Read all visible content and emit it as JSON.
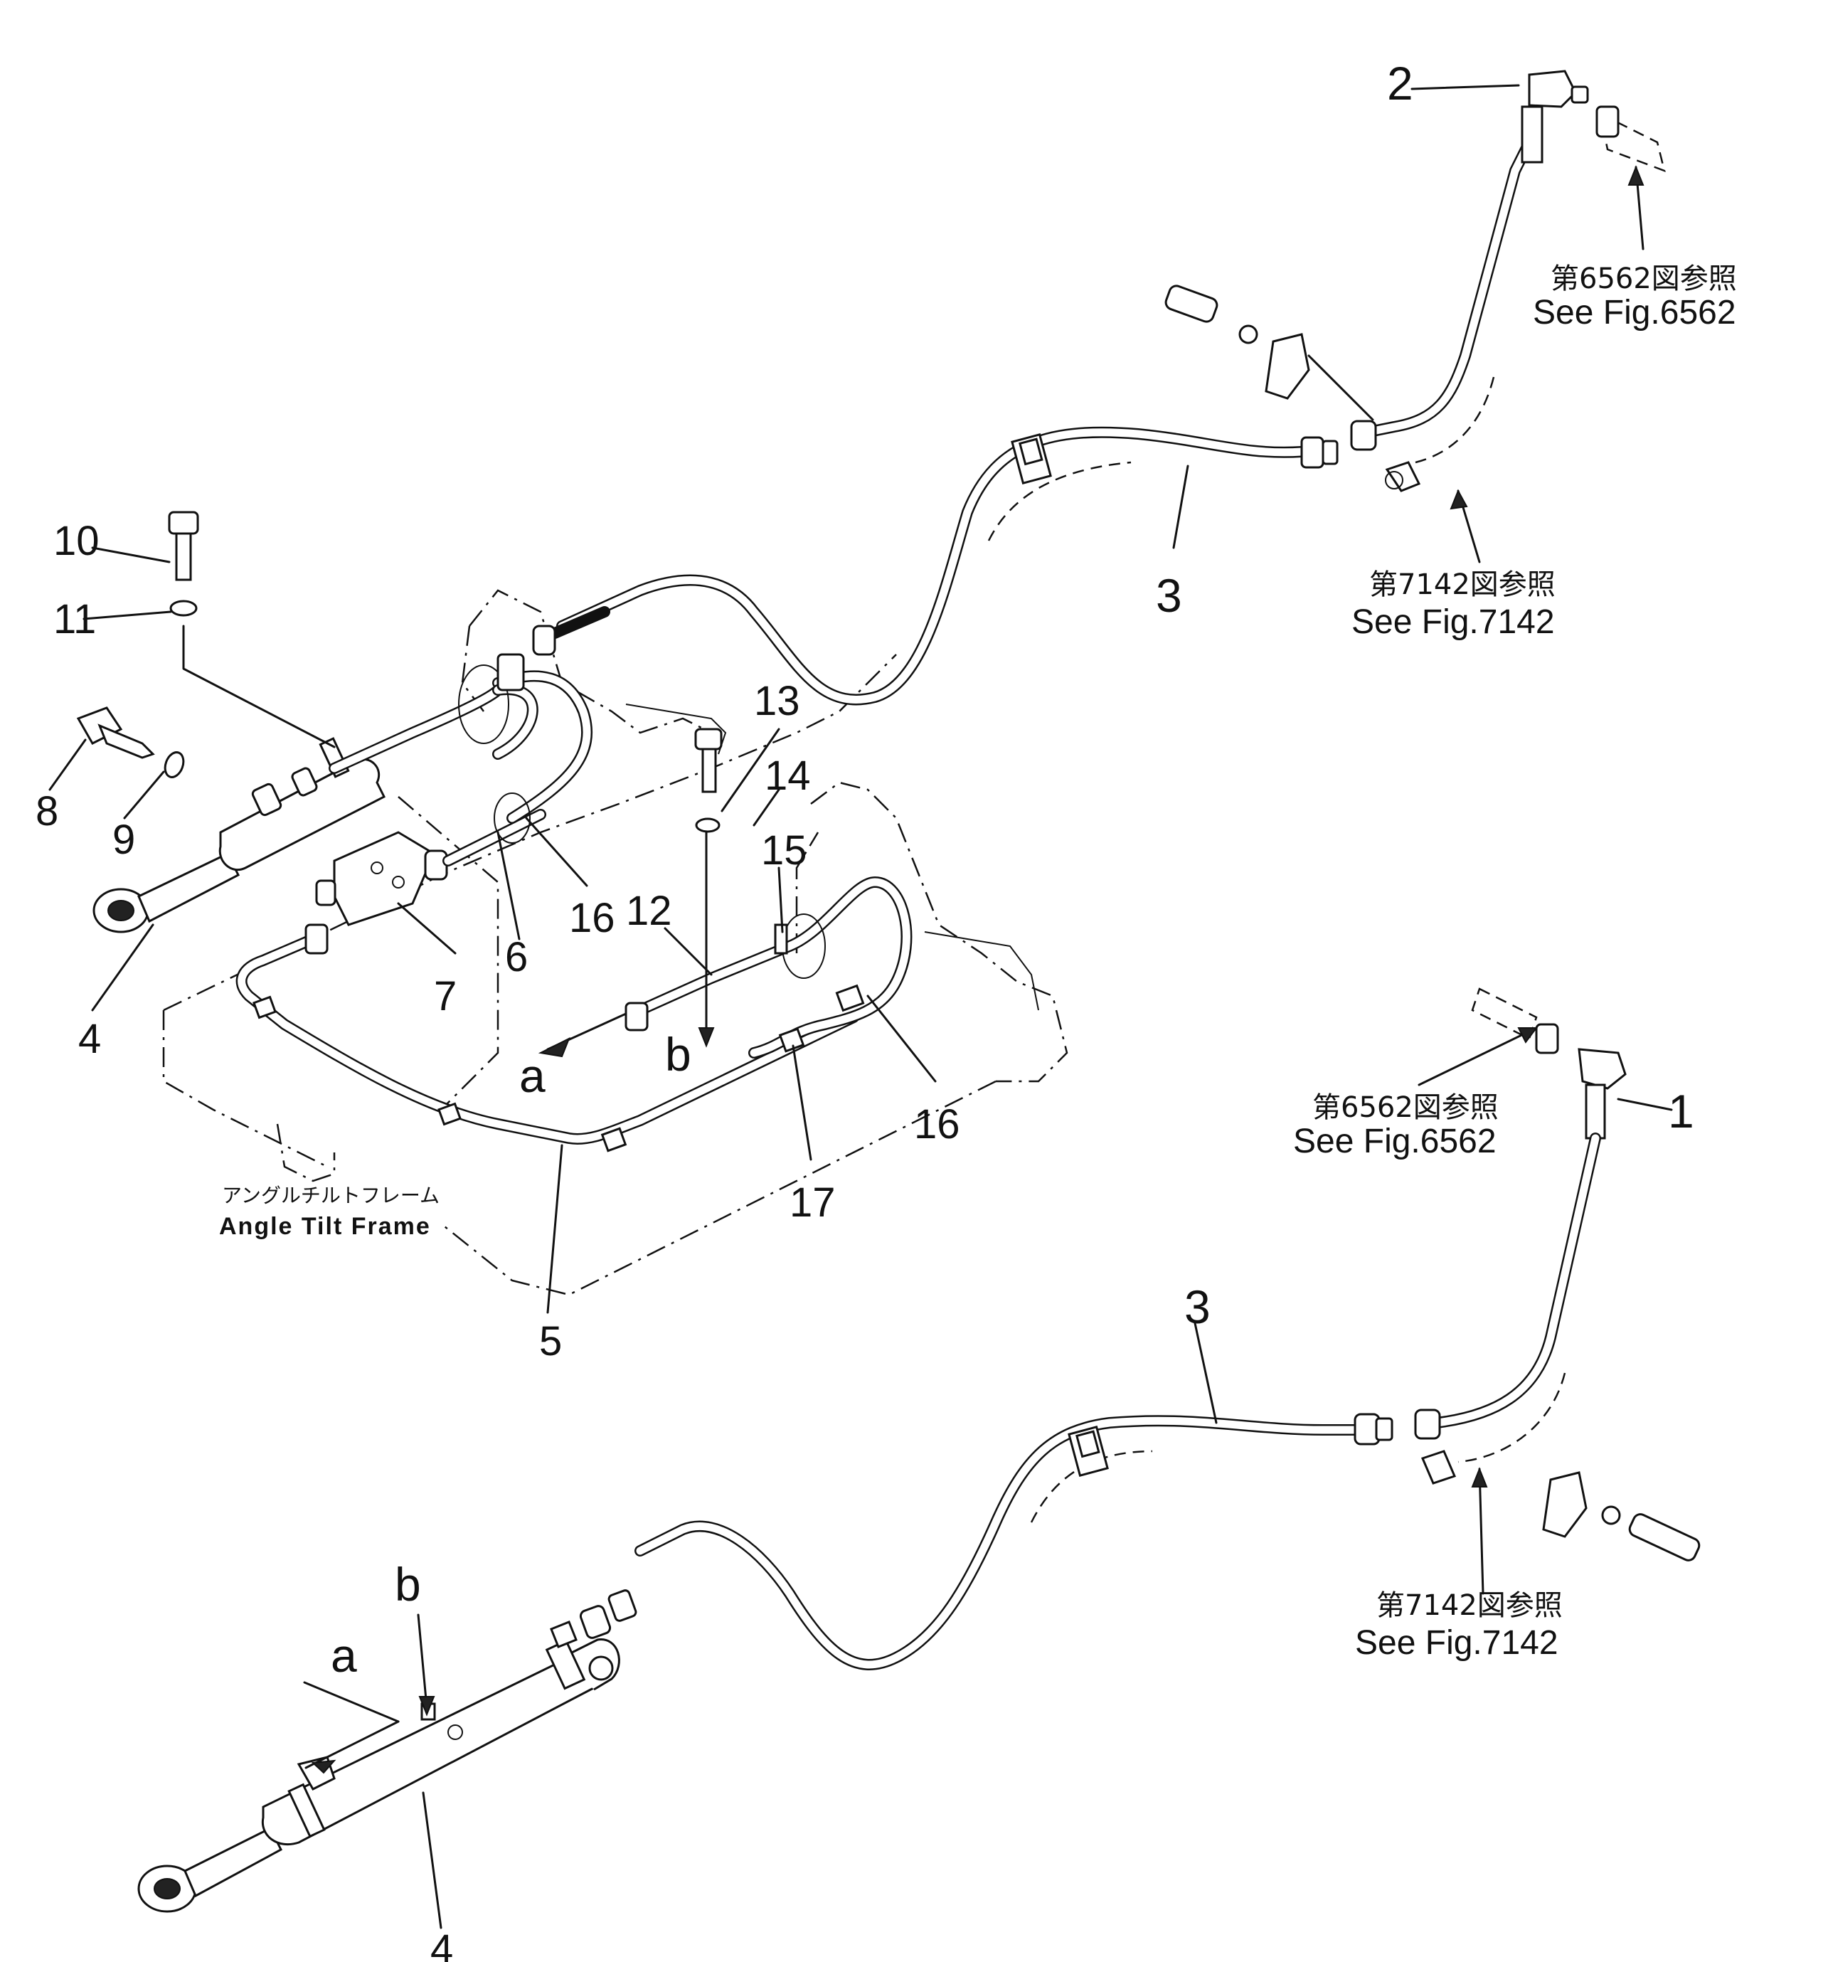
{
  "callouts": {
    "c1": "1",
    "c2": "2",
    "c3_top": "3",
    "c3_bottom": "3",
    "c4_top": "4",
    "c4_bottom": "4",
    "c5": "5",
    "c6": "6",
    "c7": "7",
    "c8": "8",
    "c9": "9",
    "c10": "10",
    "c11": "11",
    "c12": "12",
    "c13": "13",
    "c14": "14",
    "c15": "15",
    "c16_a": "16",
    "c16_b": "16",
    "c17": "17",
    "a_top": "a",
    "b_top": "b",
    "a_bottom": "a",
    "b_bottom": "b"
  },
  "references": {
    "top_6562_jp": "第6562図参照",
    "top_6562_en": "See Fig.6562",
    "top_7142_jp": "第7142図参照",
    "top_7142_en": "See Fig.7142",
    "mid_6562_jp": "第6562図参照",
    "mid_6562_en": "See Fig.6562",
    "bottom_7142_jp": "第7142図参照",
    "bottom_7142_en": "See Fig.7142"
  },
  "frame_label": {
    "jp": "アングルチルトフレーム",
    "en": "Angle Tilt Frame"
  }
}
